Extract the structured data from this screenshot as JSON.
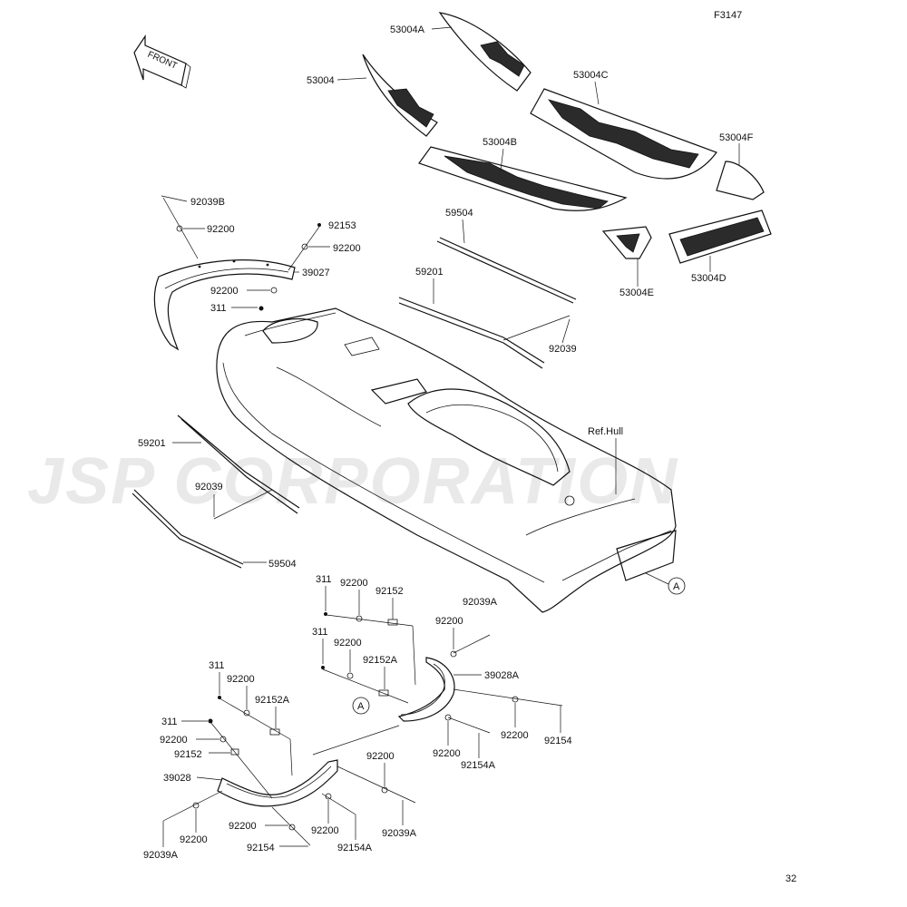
{
  "figure_id": "F3147",
  "page_number": "32",
  "watermark": "JSP CORPORATION",
  "front_arrow_label": "FRONT",
  "ref_label": "Ref.Hull",
  "callout_letter": "A",
  "parts": {
    "p53004A": "53004A",
    "p53004": "53004",
    "p53004C": "53004C",
    "p53004B": "53004B",
    "p53004F": "53004F",
    "p53004E": "53004E",
    "p53004D": "53004D",
    "p59504_top": "59504",
    "p59201_top": "59201",
    "p92039_top": "92039",
    "p92039B": "92039B",
    "p92200_a": "92200",
    "p92153": "92153",
    "p92200_b": "92200",
    "p39027": "39027",
    "p92200_c": "92200",
    "p311_a": "311",
    "p59201_left": "59201",
    "p92039_left": "92039",
    "p59504_left": "59504",
    "p311_b": "311",
    "p92200_d": "92200",
    "p92152": "92152",
    "p92039A_r": "92039A",
    "p92200_e": "92200",
    "p311_c": "311",
    "p92200_f": "92200",
    "p92152A": "92152A",
    "p39028A": "39028A",
    "p92200_g": "92200",
    "p92154_r": "92154",
    "p92200_h": "92200",
    "p92154A_r": "92154A",
    "p311_d": "311",
    "p92200_i": "92200",
    "p92152A_l": "92152A",
    "p311_e": "311",
    "p92200_j": "92200",
    "p92152_l": "92152",
    "p39028": "39028",
    "p92200_k": "92200",
    "p92200_l": "92200",
    "p92039A_l": "92039A",
    "p92200_m": "92200",
    "p92154_l": "92154",
    "p92200_n": "92200",
    "p92154A_l": "92154A",
    "p92039A_b": "92039A"
  }
}
